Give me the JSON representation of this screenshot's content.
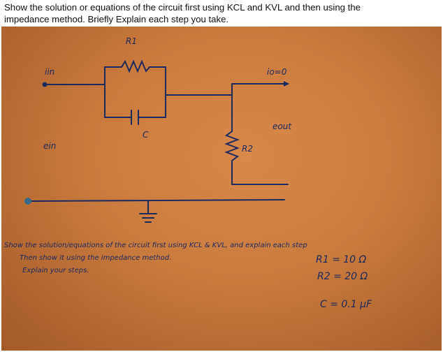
{
  "question": {
    "line1": "Show the solution or equations of the circuit first using KCL and KVL and then using the",
    "line2": "impedance method. Briefly  Explain each step you take."
  },
  "circuit_labels": {
    "r1": "R1",
    "c": "C",
    "r2": "R2",
    "iin": "iin",
    "ein": "ein",
    "iout": "io=0",
    "eout": "eout"
  },
  "handwritten_note": {
    "line1": "Show the solution/equations of the circuit first using KCL & KVL, and explain each step",
    "line2": "Then show it using the impedance method.",
    "line3": "Explain your steps."
  },
  "values": {
    "r1": "R1 = 10 Ω",
    "r2": "R2 = 20 Ω",
    "c": "C = 0.1 μF"
  }
}
